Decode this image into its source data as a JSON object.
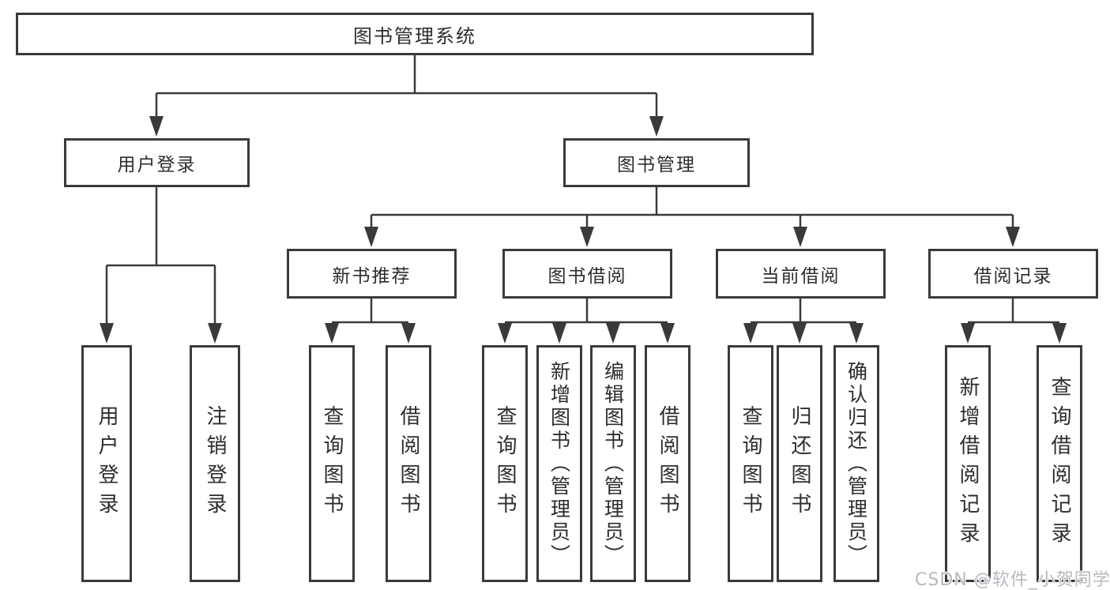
{
  "diagram": {
    "root": {
      "label": "图书管理系统"
    },
    "branches": [
      {
        "label": "用户登录",
        "children": [
          {
            "label": "用户登录"
          },
          {
            "label": "注销登录"
          }
        ]
      },
      {
        "label": "图书管理",
        "children": [
          {
            "label": "新书推荐",
            "children": [
              {
                "label": "查询图书"
              },
              {
                "label": "借阅图书"
              }
            ]
          },
          {
            "label": "图书借阅",
            "children": [
              {
                "label": "查询图书"
              },
              {
                "label": "新增图书（管理员）"
              },
              {
                "label": "编辑图书（管理员）"
              },
              {
                "label": "借阅图书"
              }
            ]
          },
          {
            "label": "当前借阅",
            "children": [
              {
                "label": "查询图书"
              },
              {
                "label": "归还图书"
              },
              {
                "label": "确认归还（管理员）"
              }
            ]
          },
          {
            "label": "借阅记录",
            "children": [
              {
                "label": "新增借阅记录"
              },
              {
                "label": "查询借阅记录"
              }
            ]
          }
        ]
      }
    ]
  },
  "watermark": {
    "text": "CSDN @软件_小贺同学"
  },
  "colors": {
    "line": "#3a3a3a",
    "text": "#2d2d2d",
    "background": "#ffffff",
    "watermark": "#b5b9be"
  }
}
